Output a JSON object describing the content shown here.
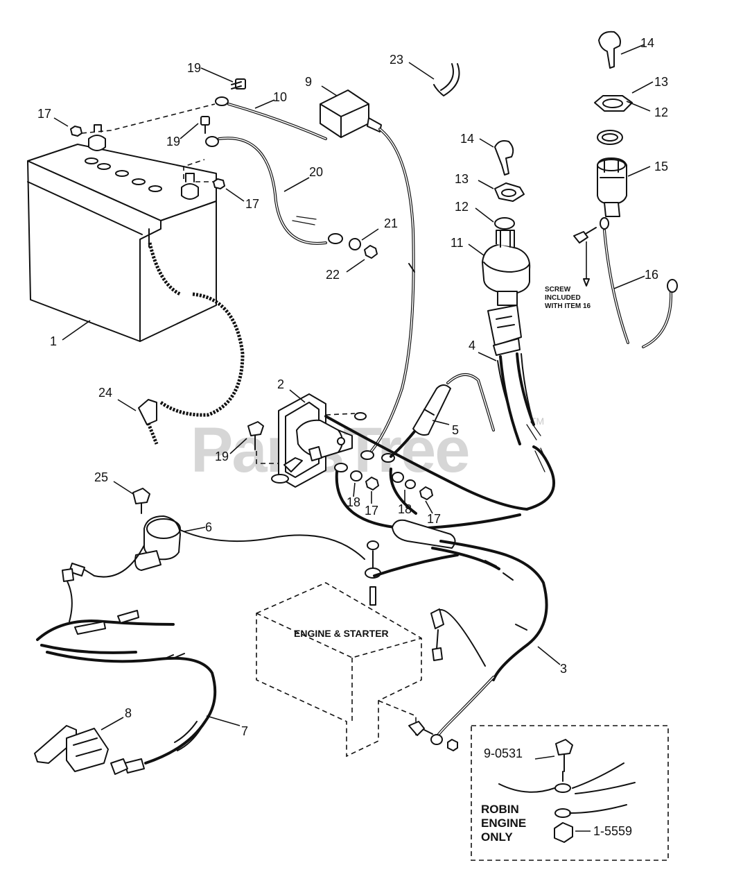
{
  "watermark": {
    "text": "PartsTree",
    "trademark": "TM"
  },
  "callouts": [
    {
      "id": "c1",
      "label": "1"
    },
    {
      "id": "c2",
      "label": "2"
    },
    {
      "id": "c3",
      "label": "3"
    },
    {
      "id": "c4",
      "label": "4"
    },
    {
      "id": "c5",
      "label": "5"
    },
    {
      "id": "c6",
      "label": "6"
    },
    {
      "id": "c7",
      "label": "7"
    },
    {
      "id": "c8",
      "label": "8"
    },
    {
      "id": "c9",
      "label": "9"
    },
    {
      "id": "c10",
      "label": "10"
    },
    {
      "id": "c11",
      "label": "11"
    },
    {
      "id": "c12a",
      "label": "12"
    },
    {
      "id": "c12b",
      "label": "12"
    },
    {
      "id": "c13a",
      "label": "13"
    },
    {
      "id": "c13b",
      "label": "13"
    },
    {
      "id": "c14a",
      "label": "14"
    },
    {
      "id": "c14b",
      "label": "14"
    },
    {
      "id": "c15",
      "label": "15"
    },
    {
      "id": "c16",
      "label": "16"
    },
    {
      "id": "c17a",
      "label": "17"
    },
    {
      "id": "c17b",
      "label": "17"
    },
    {
      "id": "c17c",
      "label": "17"
    },
    {
      "id": "c17d",
      "label": "17"
    },
    {
      "id": "c18a",
      "label": "18"
    },
    {
      "id": "c18b",
      "label": "18"
    },
    {
      "id": "c19a",
      "label": "19"
    },
    {
      "id": "c19b",
      "label": "19"
    },
    {
      "id": "c19c",
      "label": "19"
    },
    {
      "id": "c20",
      "label": "20"
    },
    {
      "id": "c21",
      "label": "21"
    },
    {
      "id": "c22",
      "label": "22"
    },
    {
      "id": "c23",
      "label": "23"
    },
    {
      "id": "c24",
      "label": "24"
    },
    {
      "id": "c25",
      "label": "25"
    },
    {
      "id": "cA",
      "label": "9-0531"
    },
    {
      "id": "cB",
      "label": "1-5559"
    }
  ],
  "screw_note": {
    "lines": [
      "SCREW",
      "INCLUDED",
      "WITH ITEM 16"
    ]
  },
  "engine_label": "ENGINE & STARTER",
  "inset_label": {
    "lines": [
      "ROBIN",
      "ENGINE",
      "ONLY"
    ]
  }
}
